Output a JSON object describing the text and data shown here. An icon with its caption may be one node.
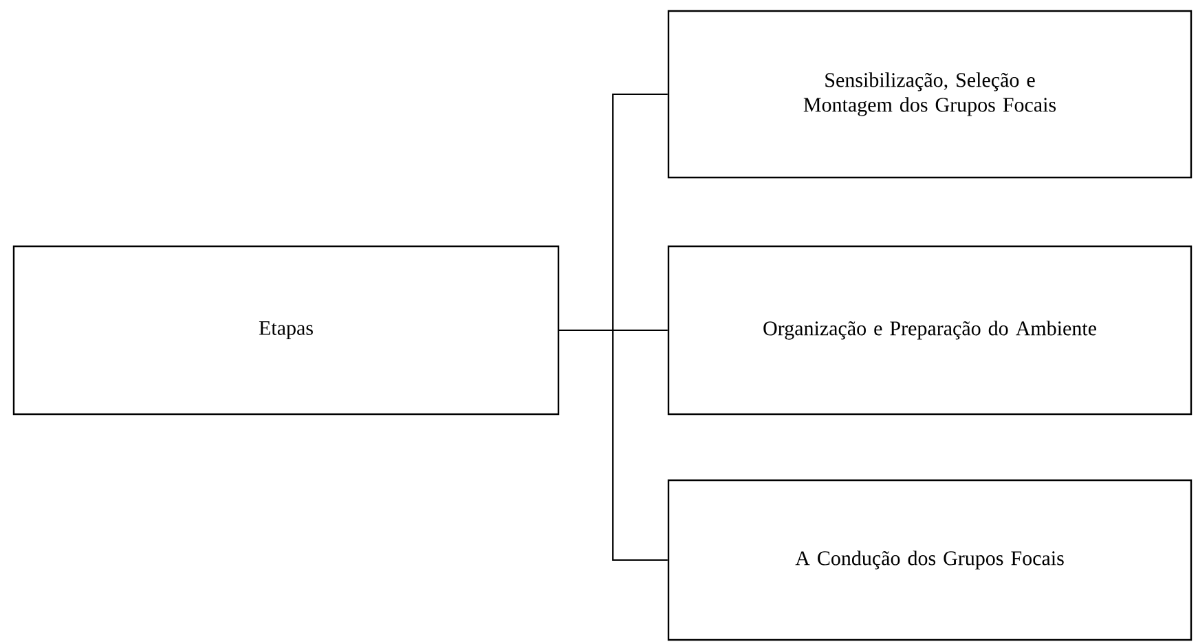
{
  "diagram": {
    "nodes": [
      {
        "text": [
          "Etapas"
        ]
      },
      {
        "text": [
          "Sensibilização, Seleção e Montagem dos Grupos Focais"
        ]
      },
      {
        "text": [
          "Organização e Preparação do Ambiente"
        ]
      },
      {
        "text": [
          "A Condução dos Grupos Focais"
        ]
      }
    ],
    "edges": [
      {
        "from": 0,
        "to": 1,
        "arrow": "none"
      },
      {
        "from": 0,
        "to": 2,
        "arrow": "none"
      },
      {
        "from": 0,
        "to": 3,
        "arrow": "none"
      }
    ]
  }
}
